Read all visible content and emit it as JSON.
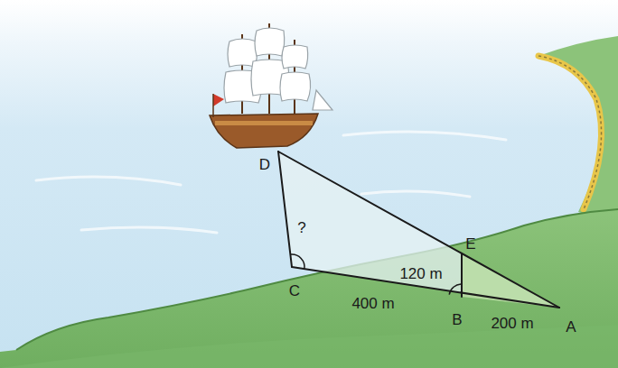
{
  "diagram": {
    "labels": [
      "D",
      "?",
      "E",
      "120 m",
      "C",
      "400 m",
      "B",
      "200 m",
      "A"
    ]
  }
}
